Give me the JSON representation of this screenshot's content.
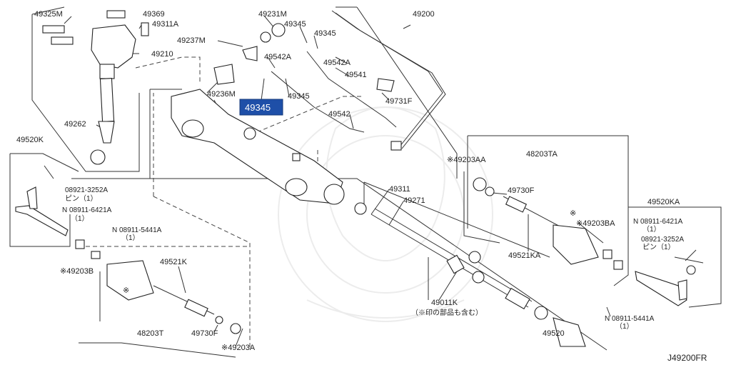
{
  "highlight": {
    "label": "49345"
  },
  "diagram_code": "J49200FR",
  "labels": {
    "l1": "49325M",
    "l2": "49369",
    "l3": "49311A",
    "l4": "49210",
    "l5": "49262",
    "l6": "49520K",
    "l7": "08921-3252A",
    "l8": "ピン（1）",
    "l9": "N 08911-6421A",
    "l10": "（1）",
    "l11": "N 08911-5441A",
    "l12": "（1）",
    "l13": "※49203B",
    "l14": "※",
    "l15": "49521K",
    "l16": "48203T",
    "l17": "49730F",
    "l18": "※49203A",
    "l19": "49231M",
    "l20": "49345",
    "l21": "49345",
    "l22": "49237M",
    "l23": "49542A",
    "l24": "49542A",
    "l25": "49541",
    "l26": "49236M",
    "l27": "49345",
    "l28": "49731F",
    "l29": "49542",
    "l30": "49200",
    "l31": "49311",
    "l32": "49271",
    "l33": "※49203AA",
    "l34": "48203TA",
    "l35": "49730F",
    "l36": "※",
    "l37": "※49203BA",
    "l38": "49521KA",
    "l39": "49011K",
    "l40": "（※印の部品も含む）",
    "l41": "49520",
    "l42": "49520KA",
    "l43": "N 08911-6421A",
    "l44": "（1）",
    "l45": "08921-3252A",
    "l46": "ピン（1）",
    "l47": "N 08911-5441A",
    "l48": "（1）"
  }
}
